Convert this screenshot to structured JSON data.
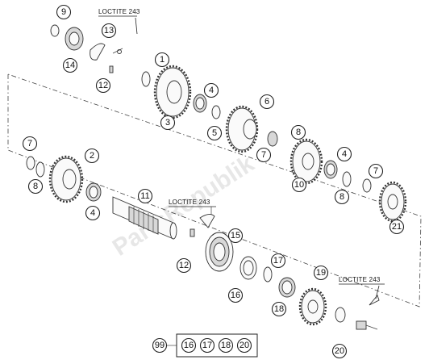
{
  "diagram": {
    "callouts": {
      "c1": "1",
      "c2": "2",
      "c3": "3",
      "c4a": "4",
      "c4b": "4",
      "c4c": "4",
      "c5": "5",
      "c6": "6",
      "c7a": "7",
      "c7b": "7",
      "c7c": "7",
      "c8a": "8",
      "c8b": "8",
      "c8c": "8",
      "c9": "9",
      "c10": "10",
      "c11": "11",
      "c12a": "12",
      "c12b": "12",
      "c13": "13",
      "c14": "14",
      "c15": "15",
      "c16": "16",
      "c17": "17",
      "c18": "18",
      "c19": "19",
      "c20": "20",
      "c21": "21"
    },
    "notes": {
      "loctite_top": "LOCTITE 243",
      "loctite_mid": "LOCTITE 243",
      "loctite_right": "LOCTITE 243"
    },
    "kit": {
      "label": "99",
      "items": [
        "16",
        "17",
        "18",
        "20"
      ]
    },
    "watermark": "PartsRepublik"
  }
}
